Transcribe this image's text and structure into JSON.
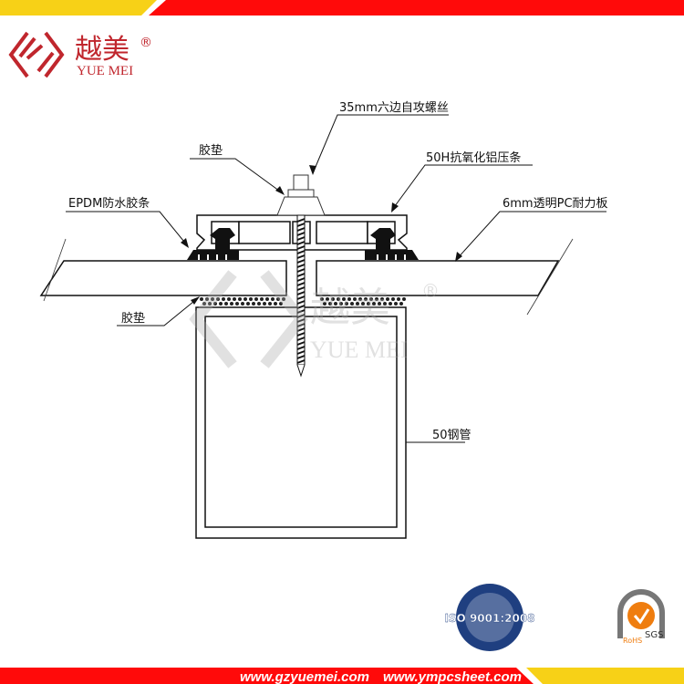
{
  "brand": {
    "name_cn": "越美",
    "registered": "®",
    "name_en": "YUE MEI"
  },
  "colors": {
    "red": "#ff0a0a",
    "yellow": "#f7d117",
    "brand_red": "#c0262d"
  },
  "labels": {
    "screw": "35mm六边自攻螺丝",
    "gasket_top": "胶垫",
    "aluminum_strip": "50H抗氧化铝压条",
    "epdm_strip": "EPDM防水胶条",
    "pc_sheet": "6mm透明PC耐力板",
    "gasket_bottom": "胶垫",
    "steel_tube": "50钢管"
  },
  "watermark": {
    "name_cn": "越美",
    "registered": "®",
    "name_en": "YUE MEI"
  },
  "badges": {
    "iso": "ISO 9001:2008",
    "sgs": "SGS",
    "rohs": "RoHS"
  },
  "footer": {
    "url1": "www.gzyuemei.com",
    "url2": "www.ympcsheet.com"
  }
}
